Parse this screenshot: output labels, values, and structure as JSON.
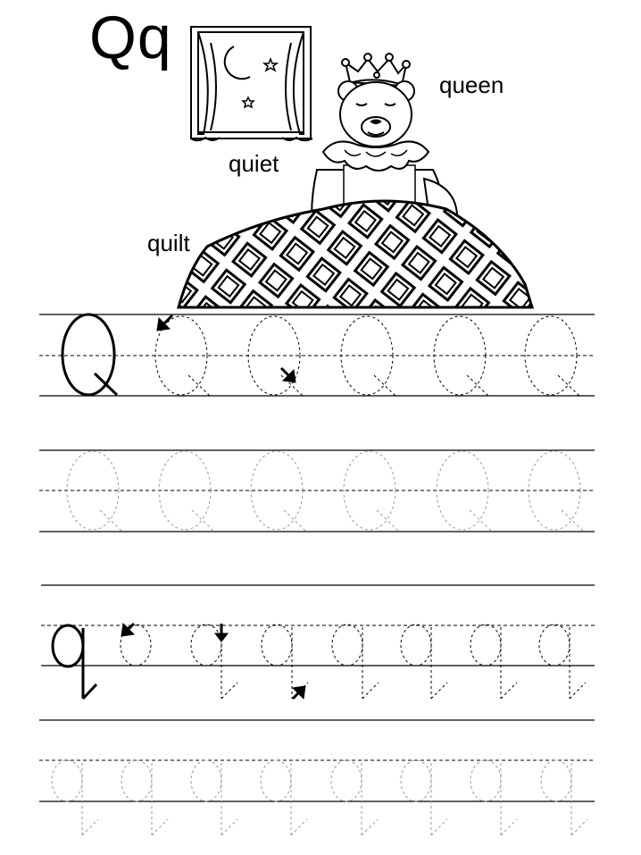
{
  "header": {
    "letters": "Qq"
  },
  "words": {
    "queen": "queen",
    "quiet": "quiet",
    "quilt": "quilt"
  },
  "icons": [
    "window-moon-stars-icon",
    "queen-bear-icon",
    "quilt-icon",
    "stroke-arrow-icon"
  ]
}
